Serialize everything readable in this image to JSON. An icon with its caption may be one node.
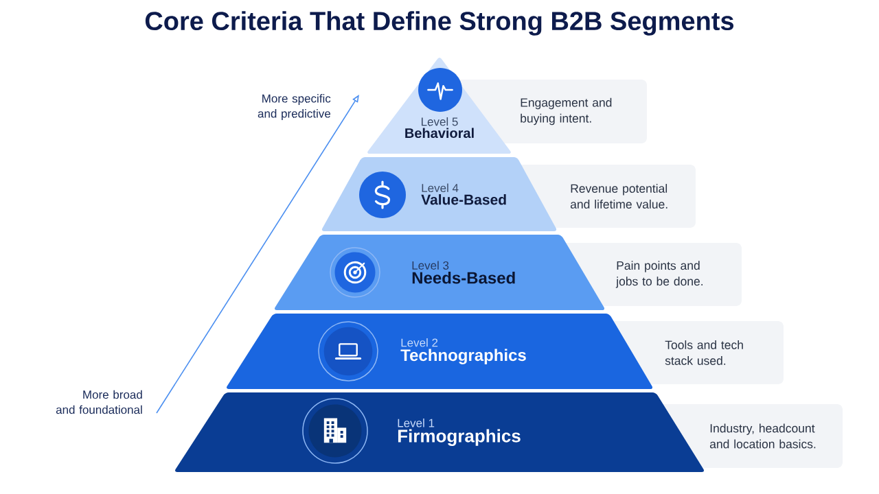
{
  "diagram": {
    "title": "Core Criteria That Define Strong B2B Segments",
    "nodes": [
      {
        "text": [
          "Level 5",
          "Behavioral"
        ]
      },
      {
        "text": [
          "Engagement and buying intent."
        ]
      },
      {
        "text": [
          "Level 4",
          "Value-Based"
        ]
      },
      {
        "text": [
          "Revenue potential and lifetime value."
        ]
      },
      {
        "text": [
          "Level 3",
          "Needs-Based"
        ]
      },
      {
        "text": [
          "Pain points and jobs to be done."
        ]
      },
      {
        "text": [
          "Level 2",
          "Technographics"
        ]
      },
      {
        "text": [
          "Tools and tech stack used."
        ]
      },
      {
        "text": [
          "Level 1",
          "Firmographics"
        ]
      },
      {
        "text": [
          "Industry, headcount and location basics."
        ]
      }
    ],
    "labels": [
      "More specific and predictive",
      "More broad and foundational"
    ]
  }
}
